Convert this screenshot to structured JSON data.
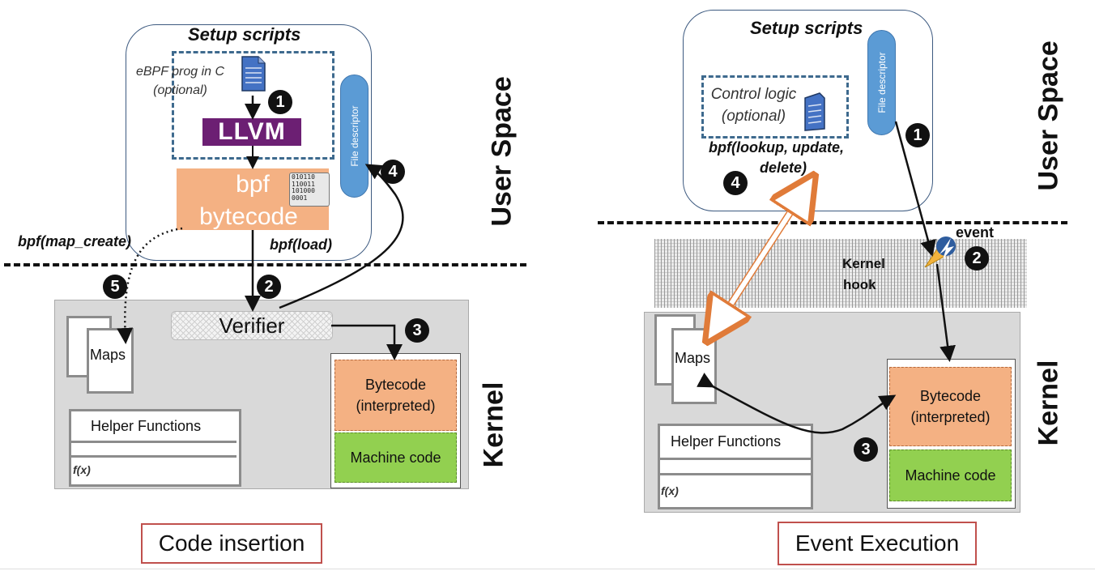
{
  "left": {
    "setup_title": "Setup scripts",
    "ebpf_prog": "eBPF prog in C",
    "optional": "(optional)",
    "llvm": "LLVM",
    "bytecode_line1": "bpf",
    "bytecode_line2": "bytecode",
    "file_descriptor": "File descriptor",
    "map_create": "bpf(map_create)",
    "load": "bpf(load)",
    "verifier": "Verifier",
    "maps": "Maps",
    "helper_functions": "Helper Functions",
    "fx": "f(x)",
    "bytecode_interpreted": "Bytecode (interpreted)",
    "machine_code": "Machine code",
    "user_space": "User Space",
    "kernel": "Kernel",
    "caption": "Code insertion",
    "steps": [
      "1",
      "2",
      "3",
      "4",
      "5"
    ]
  },
  "right": {
    "setup_title": "Setup scripts",
    "control_logic": "Control logic",
    "optional": "(optional)",
    "file_descriptor": "File descriptor",
    "bpf_ops_line1": "bpf(lookup, update,",
    "bpf_ops_line2": "delete)",
    "event": "event",
    "kernel_hook_line1": "Kernel",
    "kernel_hook_line2": "hook",
    "maps": "Maps",
    "helper_functions": "Helper Functions",
    "fx": "f(x)",
    "bytecode_interpreted": "Bytecode (interpreted)",
    "machine_code": "Machine code",
    "user_space": "User Space",
    "kernel": "Kernel",
    "caption": "Event Execution",
    "steps": [
      "1",
      "2",
      "3",
      "4"
    ]
  },
  "binary_icon_text": "010110\n110011\n101000\n0001"
}
